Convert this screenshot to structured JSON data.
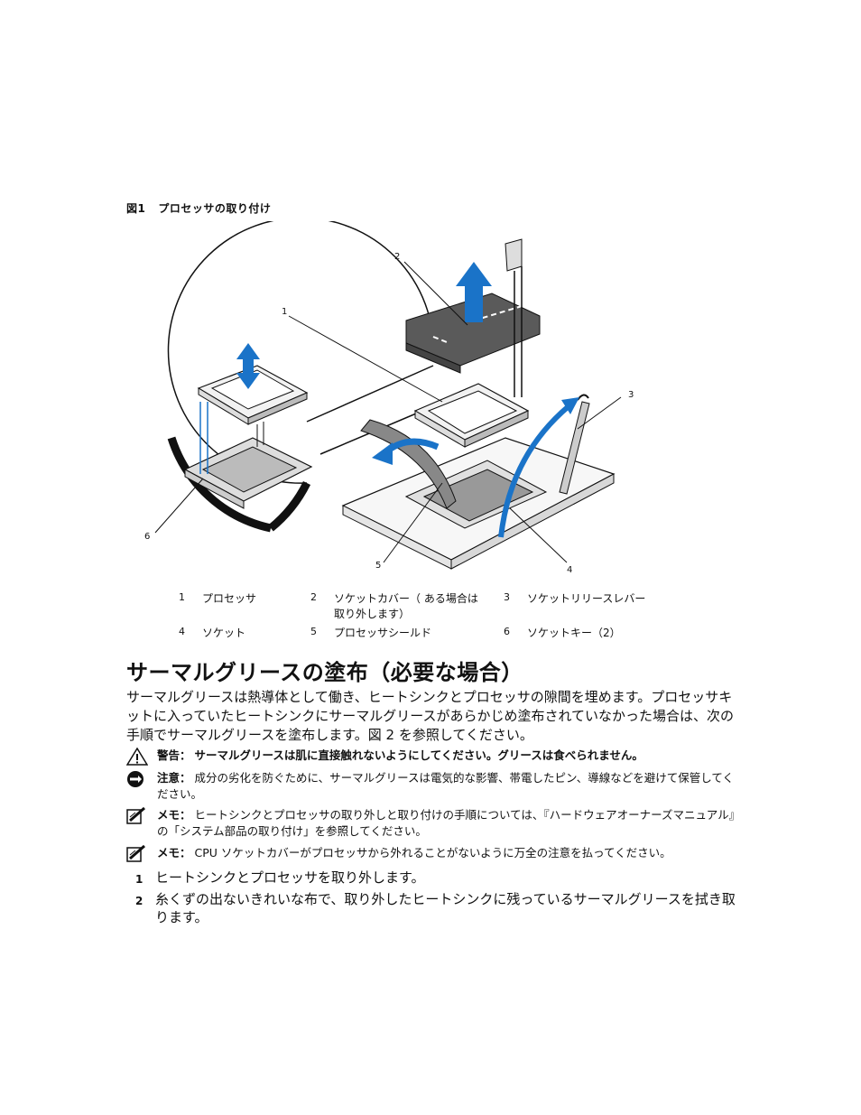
{
  "figure": {
    "number": "図1",
    "title": "プロセッサの取り付け",
    "callouts": [
      "1",
      "2",
      "3",
      "4",
      "5",
      "6"
    ]
  },
  "legend": [
    {
      "num": "1",
      "label": "プロセッサ"
    },
    {
      "num": "2",
      "label": "ソケットカバー（ ある場合は取り外します）"
    },
    {
      "num": "3",
      "label": "ソケットリリースレバー"
    },
    {
      "num": "4",
      "label": "ソケット"
    },
    {
      "num": "5",
      "label": "プロセッサシールド"
    },
    {
      "num": "6",
      "label": "ソケットキー（2）"
    }
  ],
  "section": {
    "heading": "サーマルグリースの塗布（必要な場合）",
    "intro": "サーマルグリースは熱導体として働き、ヒートシンクとプロセッサの隙間を埋めます。プロセッサキットに入っていたヒートシンクにサーマルグリースがあらかじめ塗布されていなかった場合は、次の手順でサーマルグリースを塗布します。図 2 を参照してください。"
  },
  "notes": [
    {
      "icon": "warning-icon",
      "label": "警告：",
      "text": "サーマルグリースは肌に直接触れないようにしてください。グリースは食べられません。"
    },
    {
      "icon": "caution-icon",
      "label": "注意：",
      "text": "成分の劣化を防ぐために、サーマルグリースは電気的な影響、帯電したピン、導線などを避けて保管してください。"
    },
    {
      "icon": "memo-icon",
      "label": "メモ：",
      "text": "ヒートシンクとプロセッサの取り外しと取り付けの手順については、『ハードウェアオーナーズマニュアル』の「システム部品の取り付け」を参照してください。"
    },
    {
      "icon": "memo-icon",
      "label": "メモ：",
      "text": "CPU ソケットカバーがプロセッサから外れることがないように万全の注意を払ってください。"
    }
  ],
  "steps": [
    {
      "num": "1",
      "text": "ヒートシンクとプロセッサを取り外します。"
    },
    {
      "num": "2",
      "text": "糸くずの出ないきれいな布で、取り外したヒートシンクに残っているサーマルグリースを拭き取ります。"
    }
  ],
  "colors": {
    "arrow": "#1a73c8",
    "cover": "#5a5a5a",
    "line": "#111111"
  }
}
